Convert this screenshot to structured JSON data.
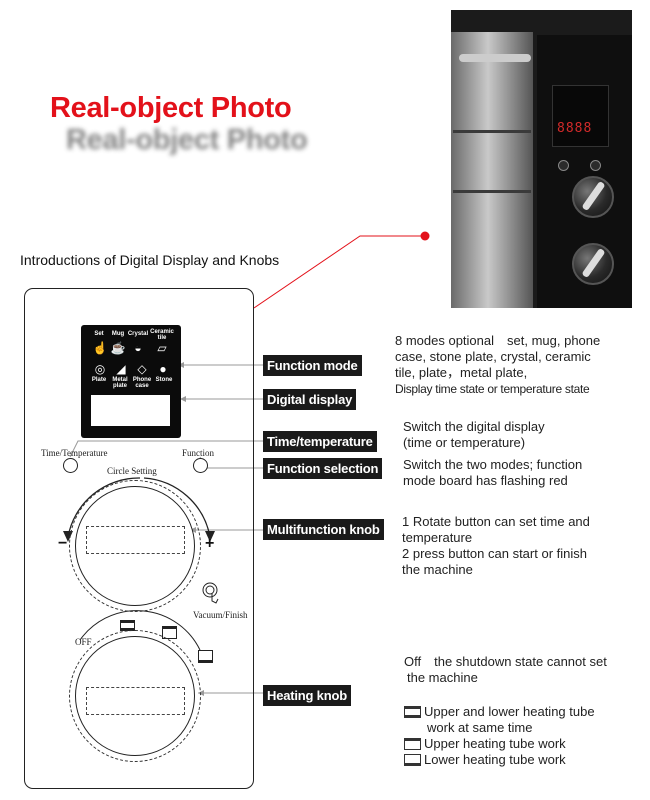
{
  "headline": {
    "title": "Real-object Photo",
    "shadow": "Real-object Photo"
  },
  "section_title": "Introductions of Digital Display and Knobs",
  "photo": {
    "led_readout": "8888"
  },
  "display_board": {
    "modes_top": [
      "Set",
      "Mug",
      "Crystal",
      "Ceramic tile"
    ],
    "modes_bottom": [
      "Plate",
      "Metal plate",
      "Phone case",
      "Stone"
    ]
  },
  "panel": {
    "time_temp_label": "Time/Temperature",
    "function_label": "Function",
    "circle_setting_label": "Circle Setting",
    "minus": "−",
    "plus": "+",
    "vacuum_finish_label": "Vacuum/Finish",
    "off_label": "OFF"
  },
  "callouts": {
    "function_mode": "Function mode",
    "digital_display": "Digital display",
    "time_temperature": "Time/temperature",
    "function_selection": "Function selection",
    "multifunction_knob": "Multifunction knob",
    "heating_knob": "Heating knob"
  },
  "descriptions": {
    "modes": [
      "8 modes optional　set, mug, phone",
      "case, stone plate, crystal, ceramic",
      "tile, plate，metal plate,",
      "Display time state or temperature state"
    ],
    "time_temperature": [
      "Switch the digital display",
      "(time or temperature)"
    ],
    "function_selection": [
      "Switch the two modes; function",
      "mode board has flashing red"
    ],
    "multifunction": [
      "1 Rotate button can set time and",
      "temperature",
      "2 press button can start or finish",
      "the machine"
    ],
    "heating_off": [
      "Off　the shutdown state cannot set",
      "the machine"
    ],
    "heating_modes": [
      "Upper and lower heating tube",
      "work at same time",
      "Upper heating tube work",
      "Lower heating tube work"
    ]
  },
  "colors": {
    "headline_red": "#e3111a",
    "pointer_red": "#e3111a",
    "callout_bg": "#1a1a1a"
  }
}
